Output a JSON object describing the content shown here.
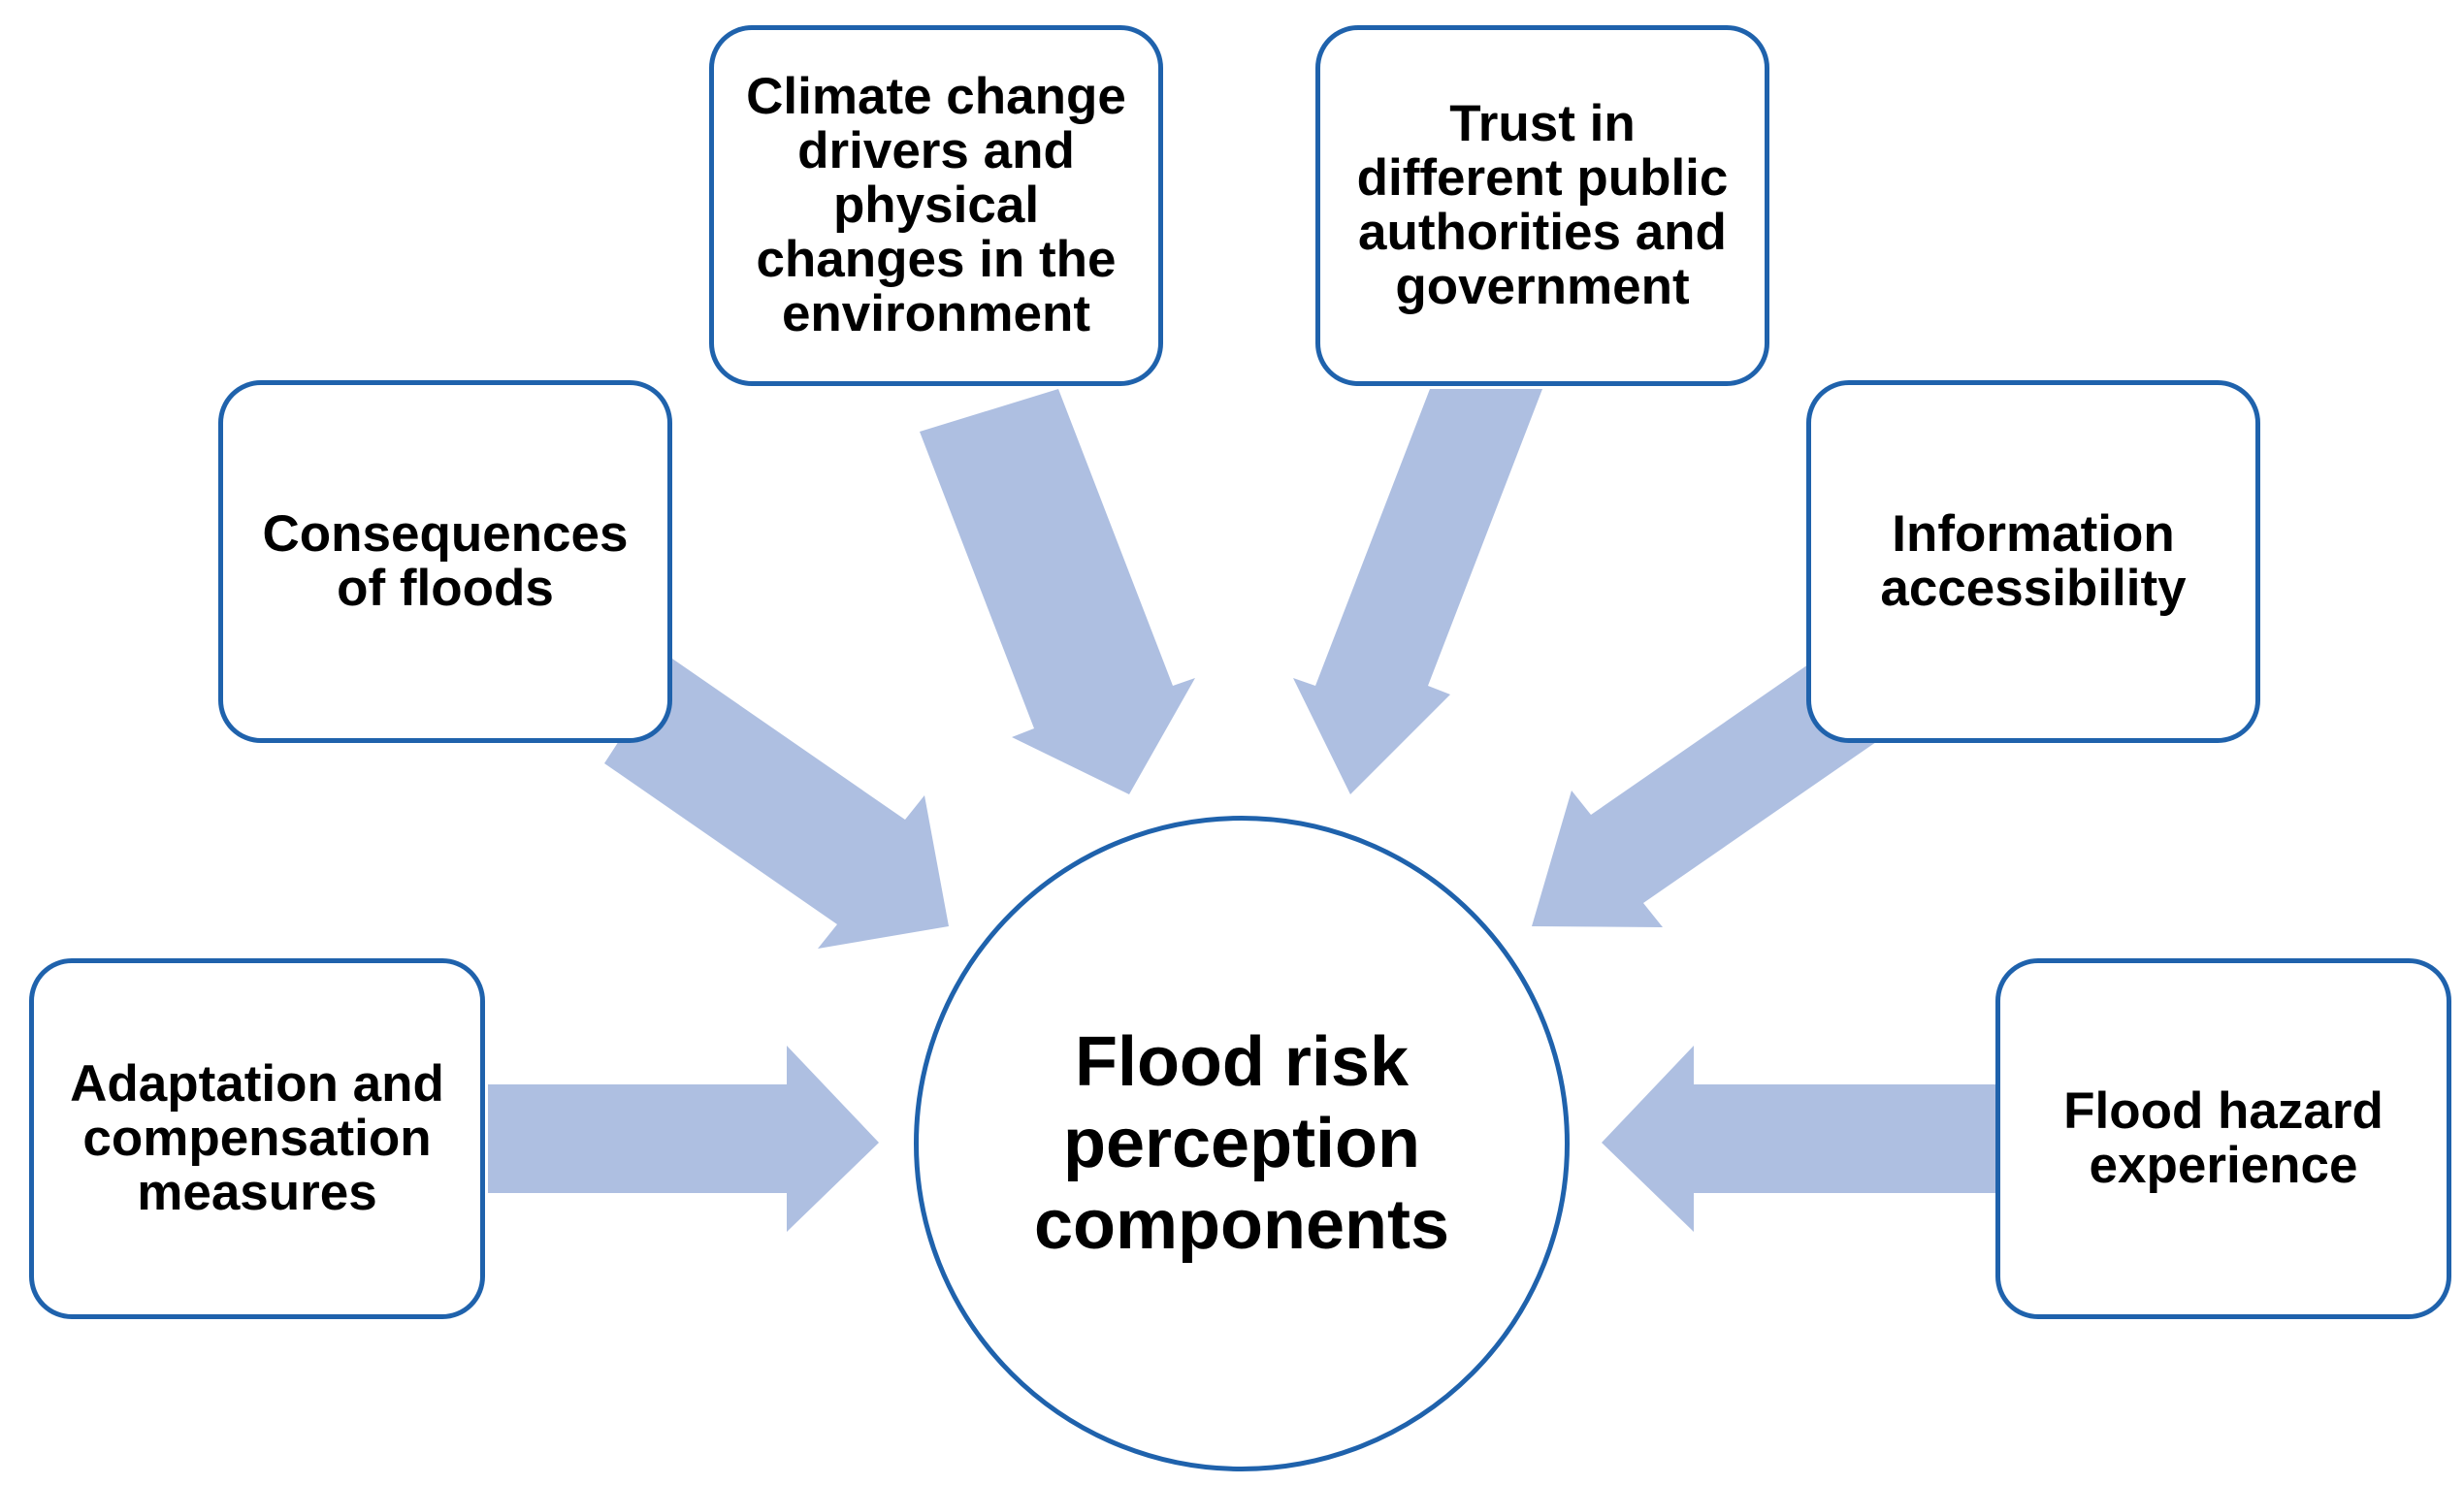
{
  "diagram": {
    "center": {
      "label": "Flood risk\nperception\ncomponents"
    },
    "factors": {
      "climate": "Climate change\ndrivers and\nphysical\nchanges in the\nenvironment",
      "trust": "Trust in\ndifferent public\nauthorities and\ngovernment",
      "consequences": "Consequences\nof floods",
      "information": "Information\naccessibility",
      "adaptation": "Adaptation and\ncompensation\nmeasures",
      "experience": "Flood hazard\nexperience"
    },
    "colors": {
      "border": "#1f62ac",
      "arrow": "#aebfe1",
      "text": "#000000",
      "background": "#ffffff"
    }
  }
}
